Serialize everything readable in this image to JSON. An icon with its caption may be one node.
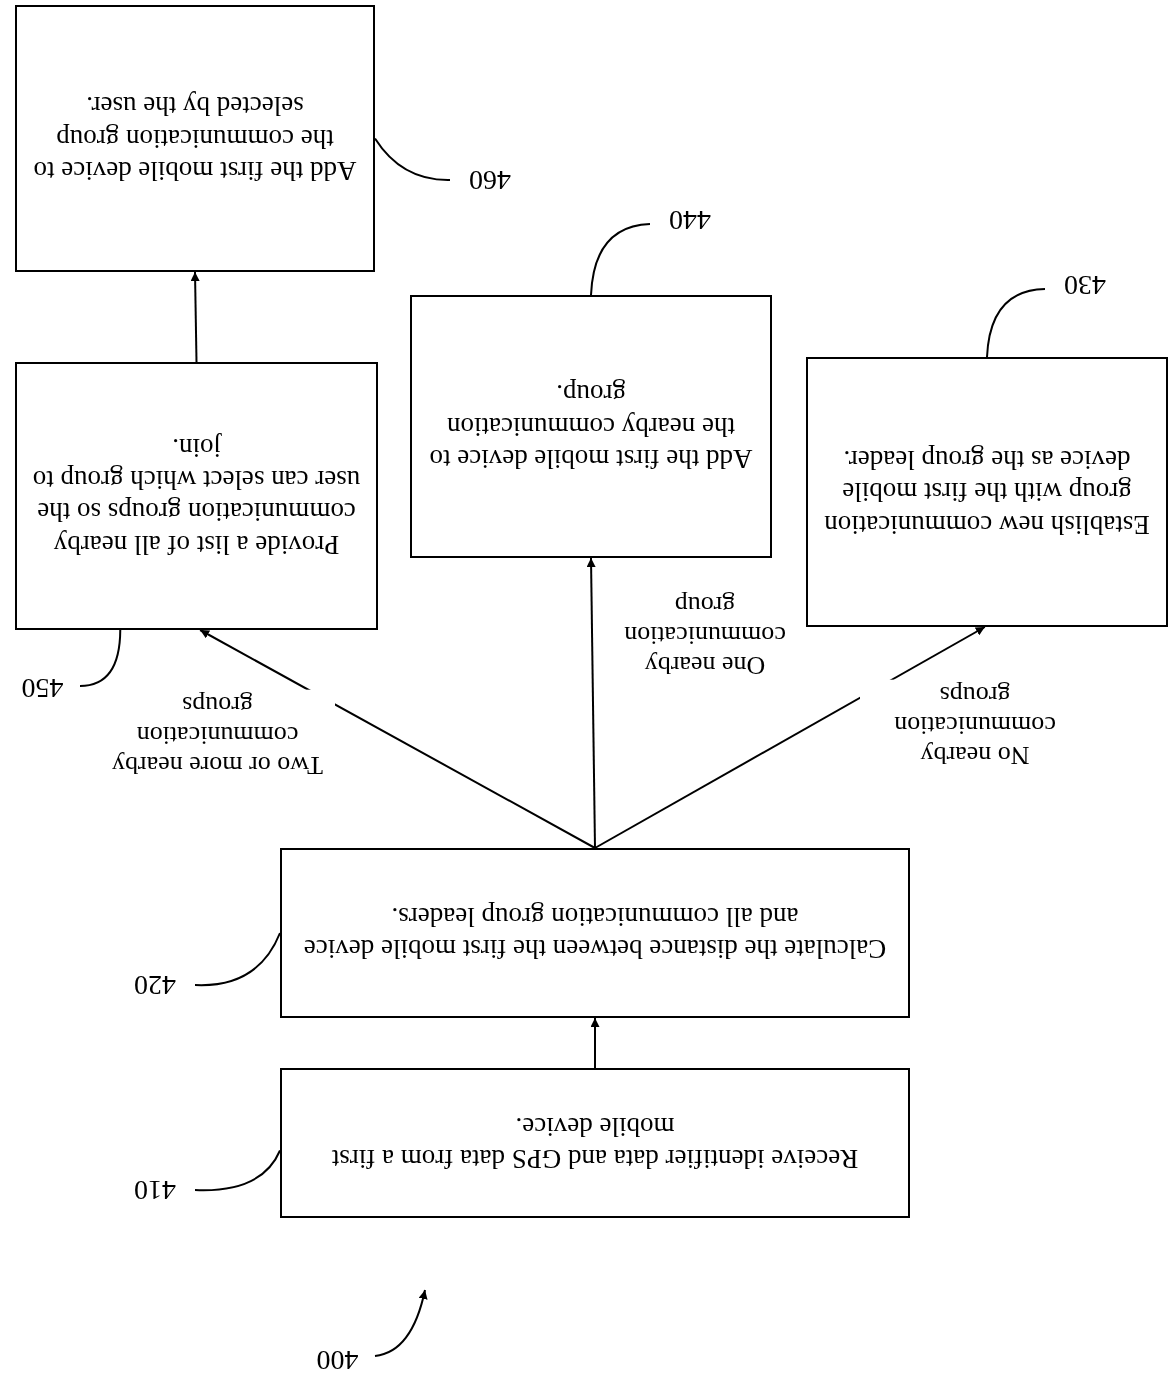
{
  "diagram": {
    "nodes": [
      {
        "text": [
          "Receive identifier data and GPS data from a first mobile device."
        ]
      },
      {
        "text": [
          "Calculate the distance between the first mobile device and all communication group leaders."
        ]
      },
      {
        "text": [
          "Establish new communication group with the first mobile device as the group leader."
        ]
      },
      {
        "text": [
          "Add the first mobile device to the nearby communication group."
        ]
      },
      {
        "text": [
          "Provide a list of all nearby communication groups so the user can select which group to join."
        ]
      },
      {
        "text": [
          "Add the first mobile device to the communication group selected by the user."
        ]
      },
      {
        "text": [
          "400"
        ]
      },
      {
        "text": [
          "410"
        ]
      },
      {
        "text": [
          "420"
        ]
      },
      {
        "text": [
          "430"
        ]
      },
      {
        "text": [
          "440"
        ]
      },
      {
        "text": [
          "450"
        ]
      },
      {
        "text": [
          "460"
        ]
      }
    ],
    "edges": [
      {
        "from": 0,
        "to": 1,
        "arrow": "to"
      },
      {
        "from": 1,
        "to": 2,
        "arrow": "to",
        "label": "No nearby communication groups"
      },
      {
        "from": 1,
        "to": 3,
        "arrow": "to",
        "label": "One nearby communication group"
      },
      {
        "from": 1,
        "to": 4,
        "arrow": "to",
        "label": "Two or more nearby communication groups"
      },
      {
        "from": 4,
        "to": 5,
        "arrow": "to"
      },
      {
        "from": 6,
        "to": null,
        "arrow": "to"
      },
      {
        "from": 7,
        "to": 0,
        "arrow": "none"
      },
      {
        "from": 8,
        "to": 1,
        "arrow": "none"
      },
      {
        "from": 9,
        "to": 2,
        "arrow": "none"
      },
      {
        "from": 10,
        "to": 3,
        "arrow": "none"
      },
      {
        "from": 11,
        "to": 4,
        "arrow": "none"
      },
      {
        "from": 12,
        "to": 5,
        "arrow": "none"
      }
    ]
  }
}
